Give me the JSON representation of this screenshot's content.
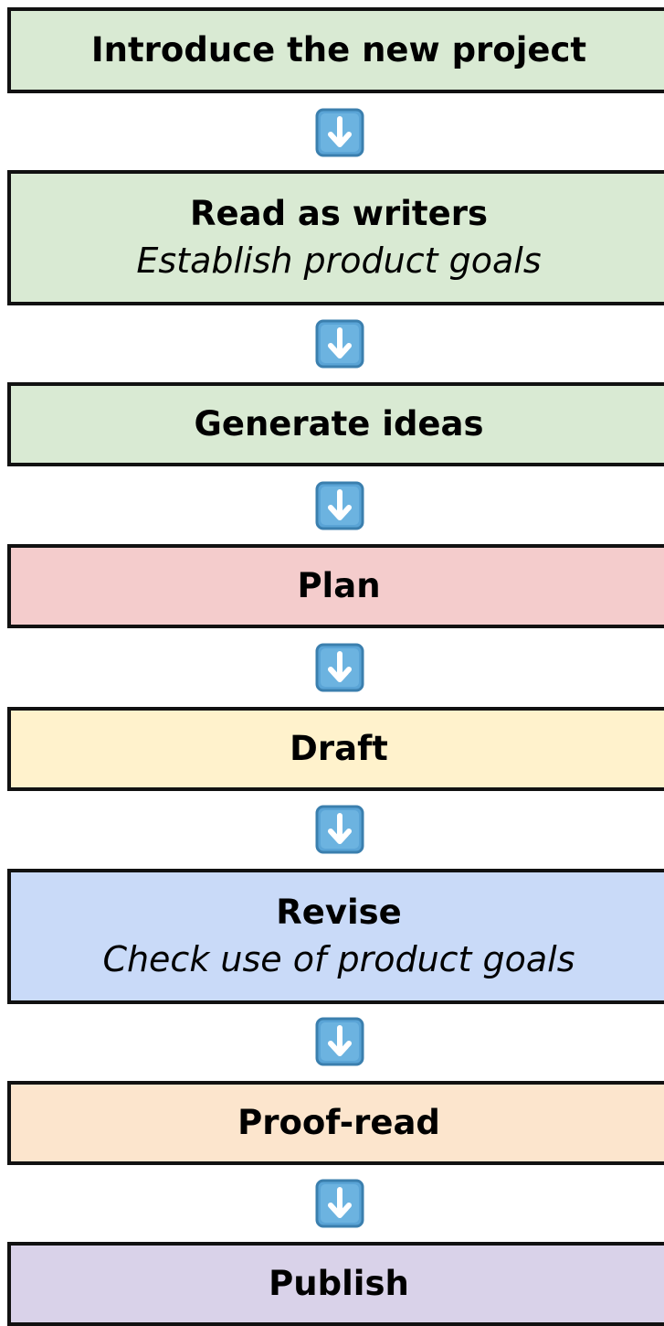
{
  "steps": [
    {
      "title": "Introduce the new project",
      "subtitle": "",
      "color": "#d9ead3"
    },
    {
      "title": "Read as writers",
      "subtitle": "Establish product goals",
      "color": "#d9ead3"
    },
    {
      "title": "Generate ideas",
      "subtitle": "",
      "color": "#d9ead3"
    },
    {
      "title": "Plan",
      "subtitle": "",
      "color": "#f4cccc"
    },
    {
      "title": "Draft",
      "subtitle": "",
      "color": "#fff2cc"
    },
    {
      "title": "Revise",
      "subtitle": "Check use of product goals",
      "color": "#c9daf8"
    },
    {
      "title": "Proof-read",
      "subtitle": "",
      "color": "#fce5cd"
    },
    {
      "title": "Publish",
      "subtitle": "",
      "color": "#d9d2e9"
    }
  ],
  "arrow_icon": "down-arrow-icon",
  "arrow_colors": {
    "fill": "#5aa4d6",
    "border": "#3b7fae",
    "glyph": "#ffffff"
  }
}
